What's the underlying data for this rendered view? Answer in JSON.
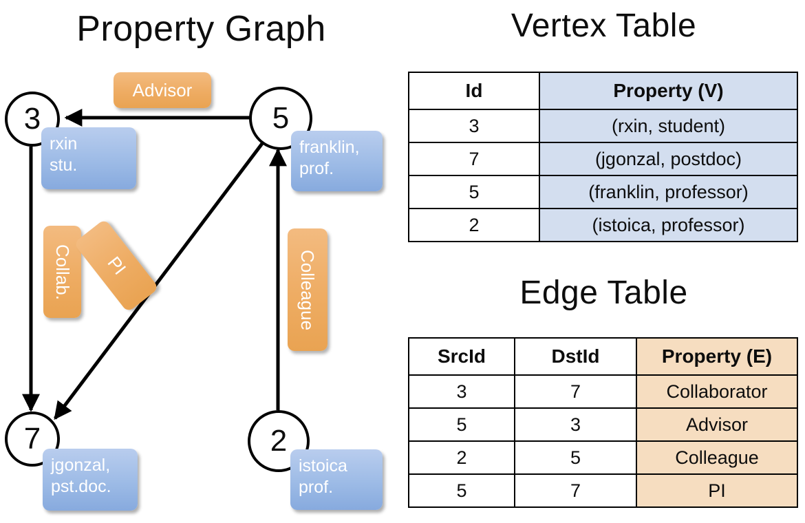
{
  "titles": {
    "property_graph": "Property Graph",
    "vertex_table": "Vertex Table",
    "edge_table": "Edge Table"
  },
  "colors": {
    "vertex_box_fill": "#9dbbe6",
    "edge_box_fill": "#eeac63",
    "vertex_table_header_fill": "#d3deef",
    "edge_table_header_fill": "#f6ddc0",
    "stroke": "#000000",
    "background": "#ffffff"
  },
  "graph": {
    "nodes": [
      {
        "id": "3",
        "label": "3",
        "property_line1": "rxin",
        "property_line2": "stu."
      },
      {
        "id": "5",
        "label": "5",
        "property_line1": "franklin,",
        "property_line2": "prof."
      },
      {
        "id": "7",
        "label": "7",
        "property_line1": "jgonzal,",
        "property_line2": "pst.doc."
      },
      {
        "id": "2",
        "label": "2",
        "property_line1": "istoica",
        "property_line2": "prof."
      }
    ],
    "edge_labels": [
      {
        "name": "advisor",
        "text": "Advisor"
      },
      {
        "name": "collab",
        "text": "Collab."
      },
      {
        "name": "pi",
        "text": "PI"
      },
      {
        "name": "colleague",
        "text": "Colleague"
      }
    ],
    "edges": [
      {
        "from": "5",
        "to": "3",
        "label": "Advisor"
      },
      {
        "from": "3",
        "to": "7",
        "label": "Collab."
      },
      {
        "from": "5",
        "to": "7",
        "label": "PI"
      },
      {
        "from": "2",
        "to": "5",
        "label": "Colleague"
      }
    ]
  },
  "vertex_table": {
    "headers": [
      "Id",
      "Property (V)"
    ],
    "rows": [
      {
        "id": "3",
        "property": "(rxin, student)"
      },
      {
        "id": "7",
        "property": "(jgonzal, postdoc)"
      },
      {
        "id": "5",
        "property": "(franklin, professor)"
      },
      {
        "id": "2",
        "property": "(istoica, professor)"
      }
    ]
  },
  "edge_table": {
    "headers": [
      "SrcId",
      "DstId",
      "Property (E)"
    ],
    "rows": [
      {
        "src": "3",
        "dst": "7",
        "property": "Collaborator"
      },
      {
        "src": "5",
        "dst": "3",
        "property": "Advisor"
      },
      {
        "src": "2",
        "dst": "5",
        "property": "Colleague"
      },
      {
        "src": "5",
        "dst": "7",
        "property": "PI"
      }
    ]
  }
}
